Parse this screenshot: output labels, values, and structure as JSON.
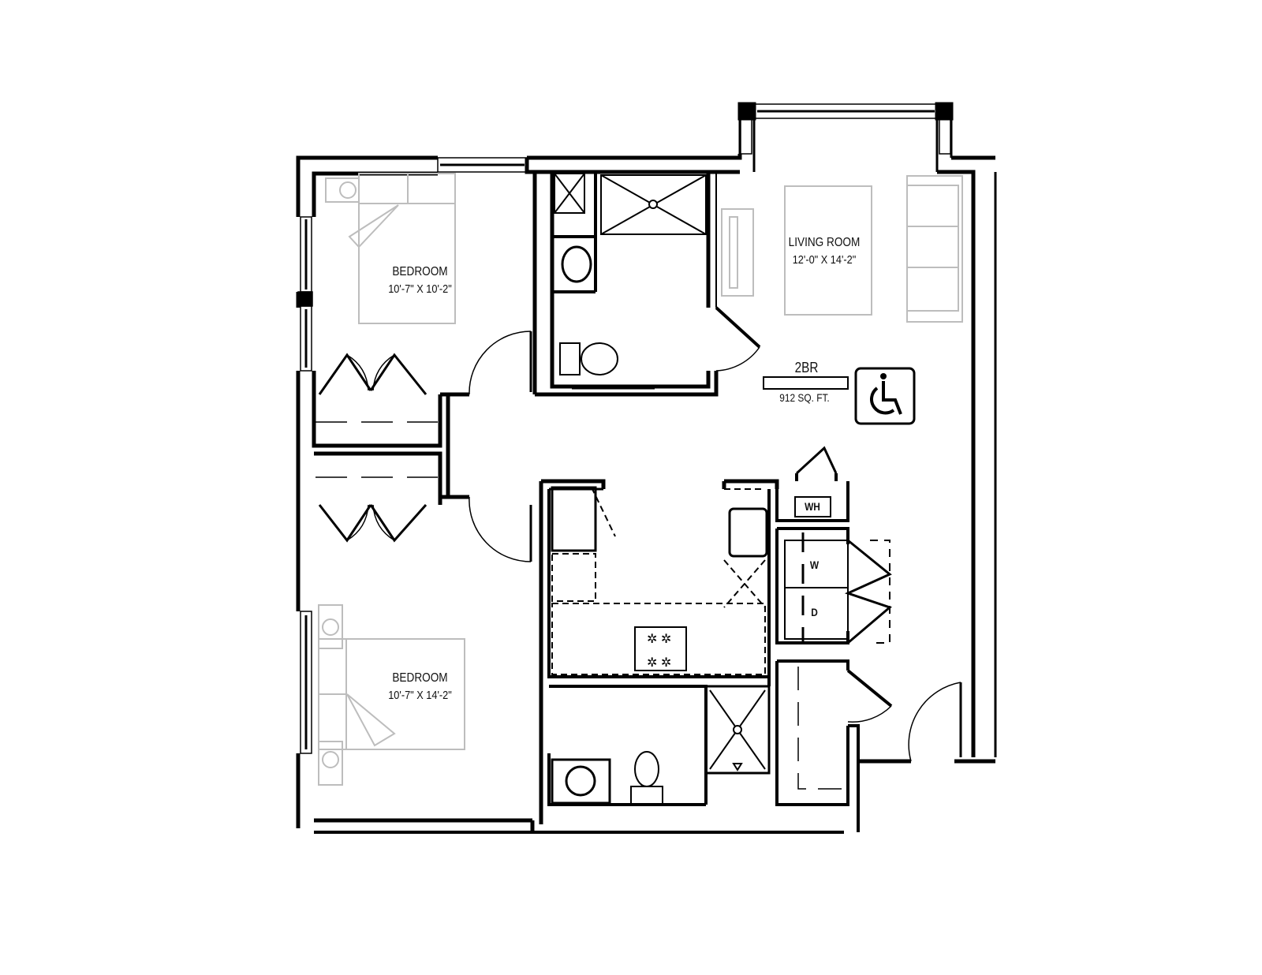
{
  "plan": {
    "unit_type": "2BR",
    "area": "912 SQ. FT.",
    "accessibility_symbol": "wheelchair-accessible",
    "colors": {
      "walls": "#000000",
      "furniture": "#bdbdbd",
      "background": "#ffffff"
    }
  },
  "rooms": [
    {
      "name": "BEDROOM",
      "dimensions": "10'-7\" X 10'-2\""
    },
    {
      "name": "LIVING ROOM",
      "dimensions": "12'-0\" X 14'-2\""
    },
    {
      "name": "BEDROOM",
      "dimensions": "10'-7\" X 14'-2\""
    }
  ],
  "appliances": {
    "water_heater": "WH",
    "washer": "W",
    "dryer": "D"
  }
}
